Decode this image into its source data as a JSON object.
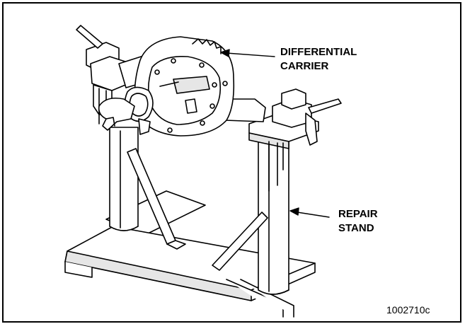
{
  "labels": {
    "differential_carrier": [
      "DIFFERENTIAL",
      "CARRIER"
    ],
    "repair_stand": [
      "REPAIR",
      "STAND"
    ]
  },
  "figure_id": "1002710c",
  "colors": {
    "line": "#000000",
    "fill": "#ffffff",
    "shade": "#cfcfcf"
  }
}
